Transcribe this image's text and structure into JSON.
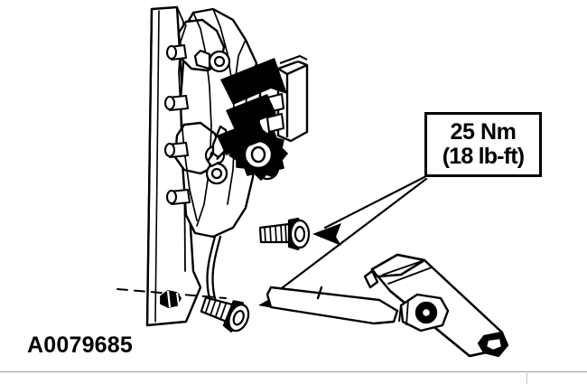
{
  "figure": {
    "id_label": "A0079685",
    "background_color": "#ffffff",
    "line_color": "#000000",
    "subject": "accelerator-pedal-assembly"
  },
  "torque_callout": {
    "metric": "25 Nm",
    "imperial": "(18 lb-ft)",
    "border_color": "#000000",
    "fill_color": "#ffffff"
  },
  "components": {
    "mounting_bracket": "mounting-bracket-panel",
    "sensor_housing": "pedal-position-sensor-housing",
    "gear_wheel": "toothed-gear-wheel",
    "connector_block": "electrical-connector-block",
    "direction_arrow": "installation-direction-arrow",
    "cable": "pedal-cable-rod",
    "pedal_arm": "pedal-arm-pad-assembly",
    "pivot_bushing": "pedal-pivot-bushing",
    "retaining_clip": "retaining-clip",
    "bolt_upper": "hex-head-bolt-upper",
    "bolt_lower": "hex-head-bolt-lower",
    "leader_upper": "leader-line-upper-bolt",
    "leader_lower": "leader-line-lower-bolt",
    "centerline": "alignment-centerline"
  }
}
